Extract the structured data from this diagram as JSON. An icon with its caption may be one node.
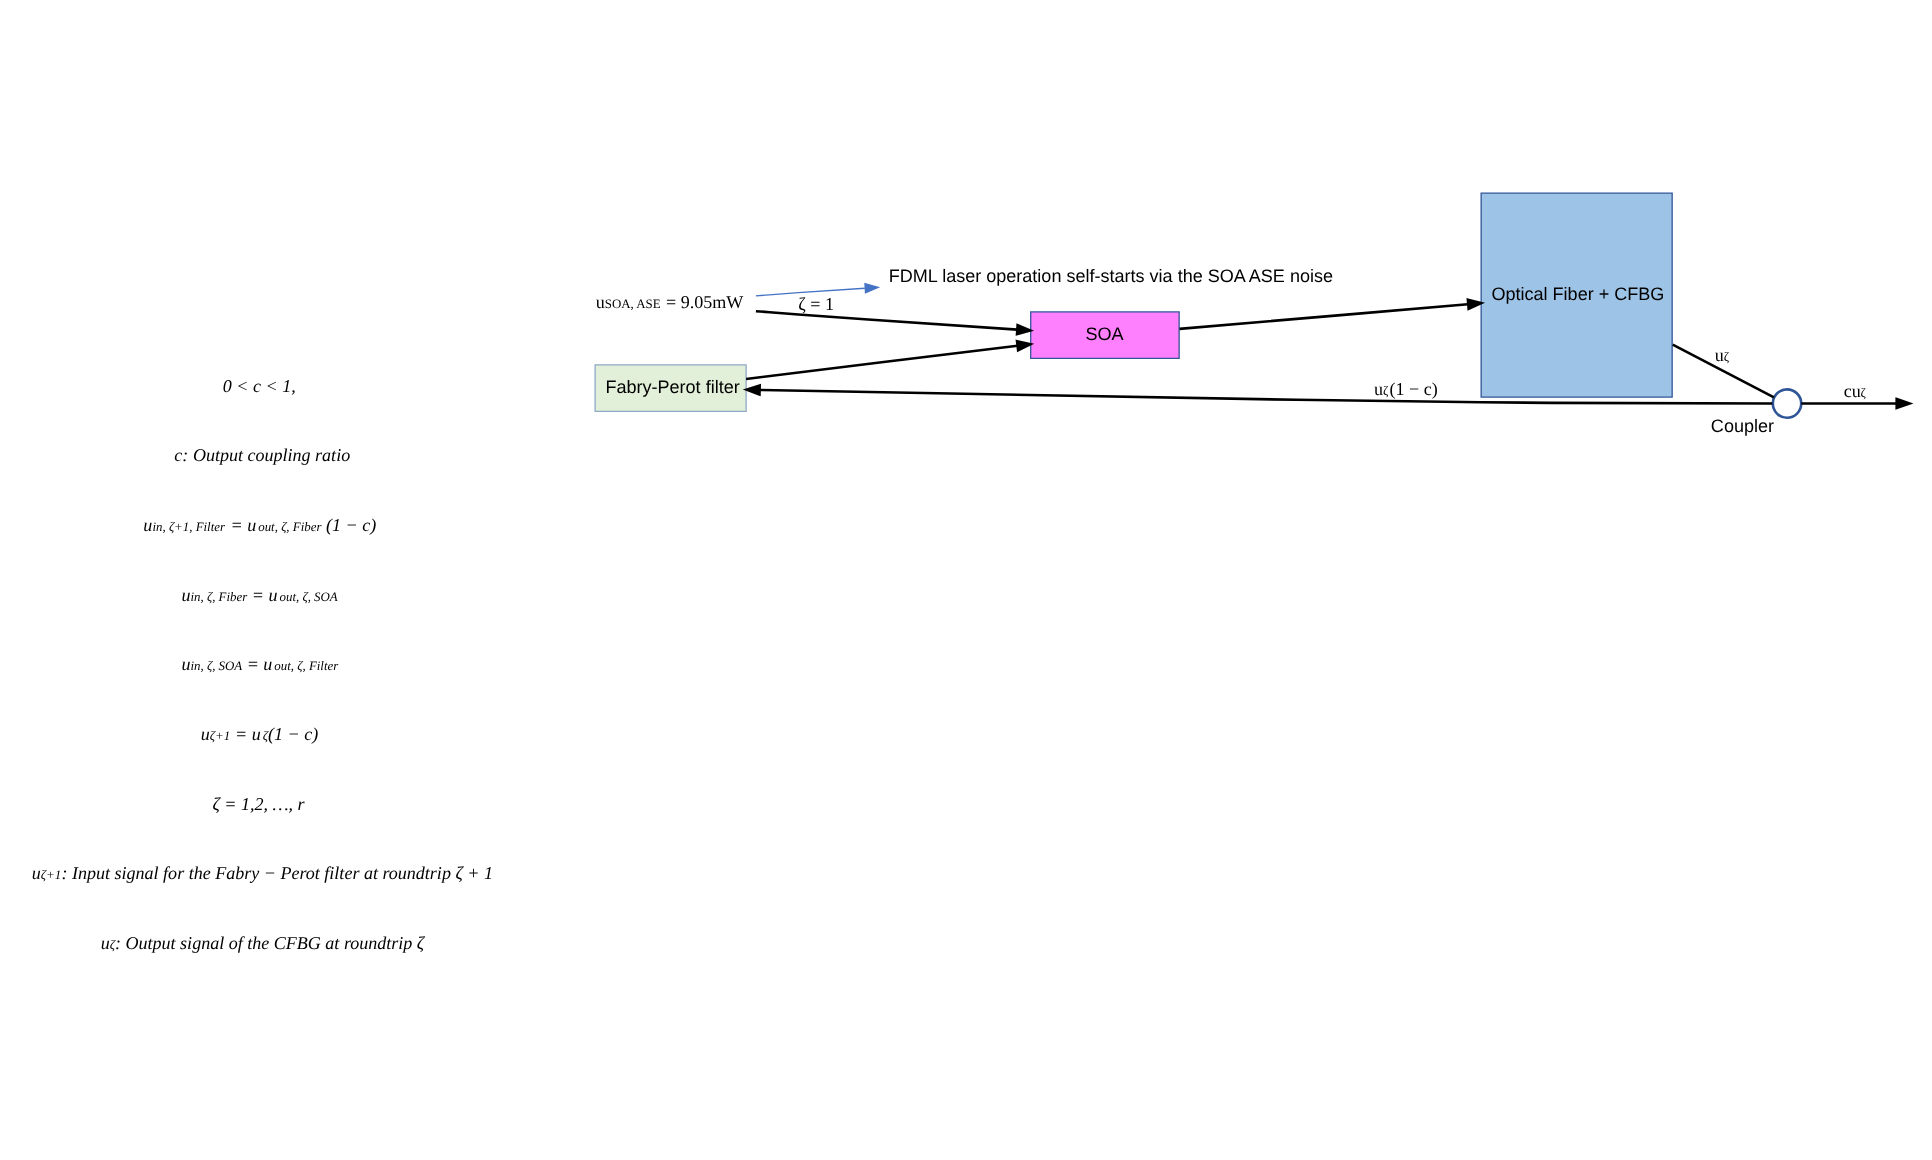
{
  "diagram": {
    "nodes": [
      {
        "text": [
          "Fabry-Perot filter"
        ]
      },
      {
        "text": [],
        "shape": "circle",
        "beside": [
          "Coupler"
        ]
      },
      {
        "text": [
          "Optical Fiber + CFBG"
        ]
      },
      {
        "text": [
          "SOA"
        ]
      },
      {
        "text": [
          "u$_{SOA, ASE}$ = 9.05mW"
        ]
      },
      {
        "text": [
          "FDML laser operation self-starts via the SOA ASE noise"
        ]
      }
    ],
    "edges": [
      {
        "from": 1,
        "to": 0,
        "arrow": "to",
        "label": "u$_{ζ}$(1 − c)"
      },
      {
        "from": 2,
        "to": 1,
        "arrow": "none",
        "label": "u$_{ζ}$"
      },
      {
        "from": 1,
        "to": null,
        "arrow": "to",
        "label": "cu$_{ζ}$"
      },
      {
        "from": 0,
        "to": 3,
        "arrow": "to"
      },
      {
        "from": 4,
        "to": 3,
        "arrow": "to",
        "label": "ζ = 1"
      },
      {
        "from": 3,
        "to": 2,
        "arrow": "to"
      },
      {
        "from": 4,
        "to": 5,
        "arrow": "to",
        "color": "#4472c4"
      }
    ],
    "labels": [
      "0 < c < 1,",
      "c: Output coupling ratio",
      "u$_{in, ζ+1, Filter}$ = u$_{out, ζ, Fiber}$ (1 − c)",
      "u$_{in, ζ, Fiber}$ = u$_{out, ζ, SOA}$",
      "u$_{in, ζ, SOA}$ = u$_{out, ζ, Filter}$",
      "u$_{ζ+1}$ = u$_{ζ}$(1 − c)",
      "ζ = 1,2, …, r",
      "u$_{ζ+1}$: Input signal for the Fabry − Perot filter at roundtrip ζ + 1",
      "u$_{ζ}$: Output signal of the CFBG at roundtrip ζ"
    ]
  }
}
